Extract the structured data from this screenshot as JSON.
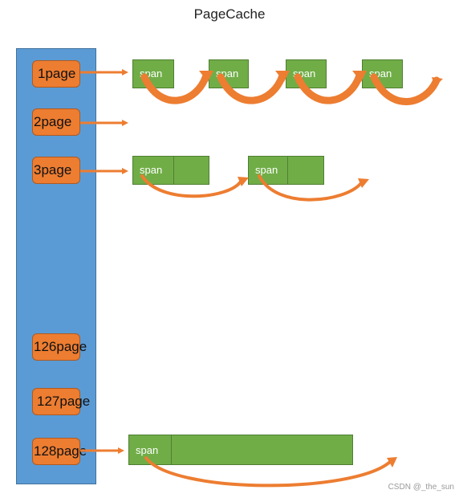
{
  "title": "PageCache",
  "buckets": [
    {
      "label": "1page",
      "spans": [
        "span",
        "span",
        "span",
        "span"
      ]
    },
    {
      "label": "2page",
      "spans": []
    },
    {
      "label": "3page",
      "spans": [
        "span",
        "span"
      ]
    },
    {
      "label": "126page",
      "spans": []
    },
    {
      "label": "127page",
      "spans": []
    },
    {
      "label": "128page",
      "spans": [
        "span"
      ]
    }
  ],
  "colors": {
    "column": "#5b9bd5",
    "bucket": "#ed7d31",
    "span": "#70ad47",
    "arrow": "#ed7d31"
  },
  "watermark": "CSDN @_the_sun"
}
